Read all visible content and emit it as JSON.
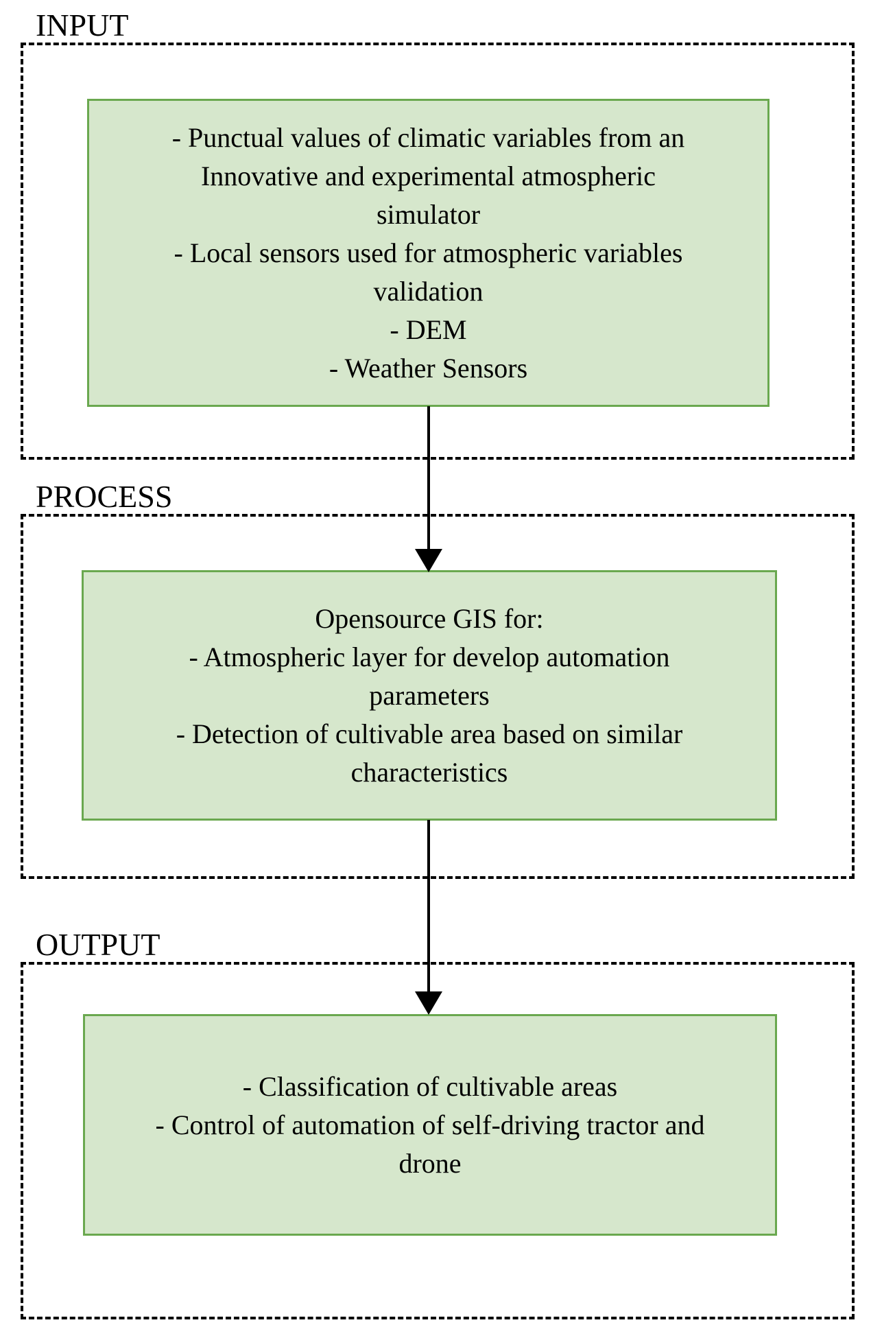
{
  "sections": [
    {
      "label": "INPUT",
      "lines": [
        "- Punctual values of climatic variables from an",
        "Innovative and experimental atmospheric",
        "simulator",
        "- Local sensors used for atmospheric variables",
        "validation",
        "- DEM",
        "- Weather Sensors"
      ]
    },
    {
      "label": "PROCESS",
      "lines": [
        "Opensource GIS for:",
        "- Atmospheric layer for develop automation",
        "parameters",
        "- Detection of cultivable area based on similar",
        "characteristics"
      ]
    },
    {
      "label": "OUTPUT",
      "lines": [
        "- Classification of cultivable areas",
        "- Control of automation of self-driving tractor and",
        "drone"
      ]
    }
  ],
  "colors": {
    "box_fill": "#d6e7cc",
    "box_border": "#6aa84f",
    "dash_color": "#000000",
    "arrow_color": "#000000",
    "ink": "#000000",
    "page_bg": "#ffffff"
  }
}
